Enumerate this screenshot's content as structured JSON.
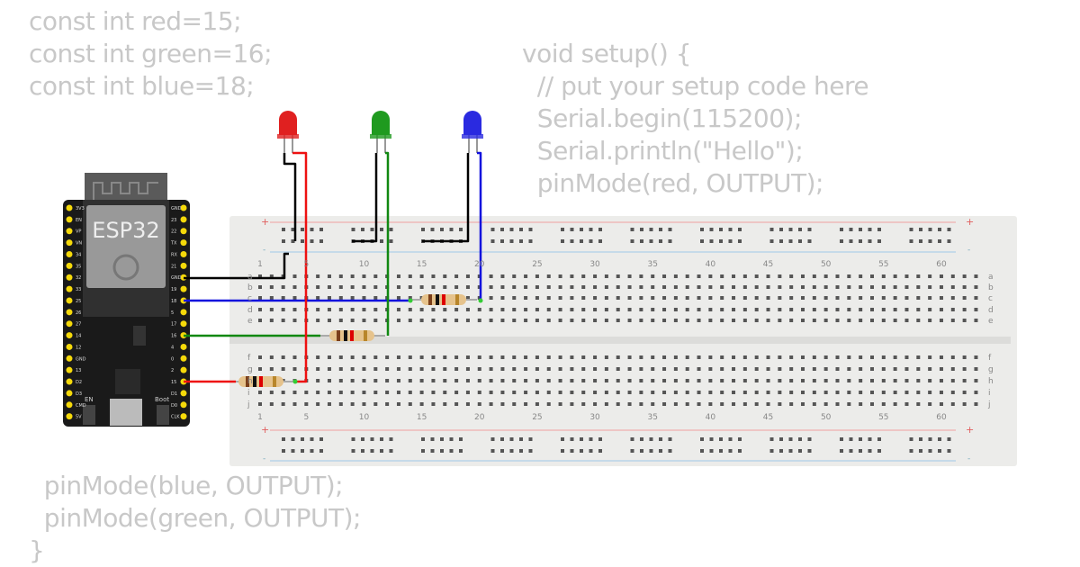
{
  "code": {
    "lines": [
      "const int red=15;",
      "const int green=16;",
      "const int blue=18;",
      "",
      "void setup() {",
      "  // put your setup code here",
      "  Serial.begin(115200);",
      "  Serial.println(\"Hello\");",
      "  pinMode(red, OUTPUT);",
      "  pinMode(blue, OUTPUT);",
      "  pinMode(green, OUTPUT);",
      "}"
    ]
  },
  "esp32": {
    "label": "ESP32",
    "en_label": "EN",
    "boot_label": "Boot",
    "left_pins": [
      "3V3",
      "EN",
      "VP",
      "VN",
      "34",
      "35",
      "32",
      "33",
      "25",
      "26",
      "27",
      "14",
      "12",
      "GND",
      "13",
      "D2",
      "D3",
      "CMD",
      "5V"
    ],
    "right_pins": [
      "GND",
      "23",
      "22",
      "TX",
      "RX",
      "21",
      "GND",
      "19",
      "18",
      "5",
      "17",
      "16",
      "4",
      "0",
      "2",
      "15",
      "D1",
      "D0",
      "CLK"
    ]
  },
  "breadboard": {
    "top_rows": [
      "a",
      "b",
      "c",
      "d",
      "e"
    ],
    "bottom_rows": [
      "f",
      "g",
      "h",
      "i",
      "j"
    ],
    "column_numbers": [
      "1",
      "5",
      "10",
      "15",
      "20",
      "25",
      "30",
      "35",
      "40",
      "45",
      "50",
      "55",
      "60"
    ],
    "plus": "+",
    "minus": "-"
  },
  "leds": [
    {
      "name": "red",
      "color": "#e02020"
    },
    {
      "name": "green",
      "color": "#1f9a1f"
    },
    {
      "name": "blue",
      "color": "#2a2ae0"
    }
  ],
  "wire_colors": {
    "red": "#ee1111",
    "green": "#118811",
    "blue": "#1111dd",
    "black": "#000000"
  }
}
